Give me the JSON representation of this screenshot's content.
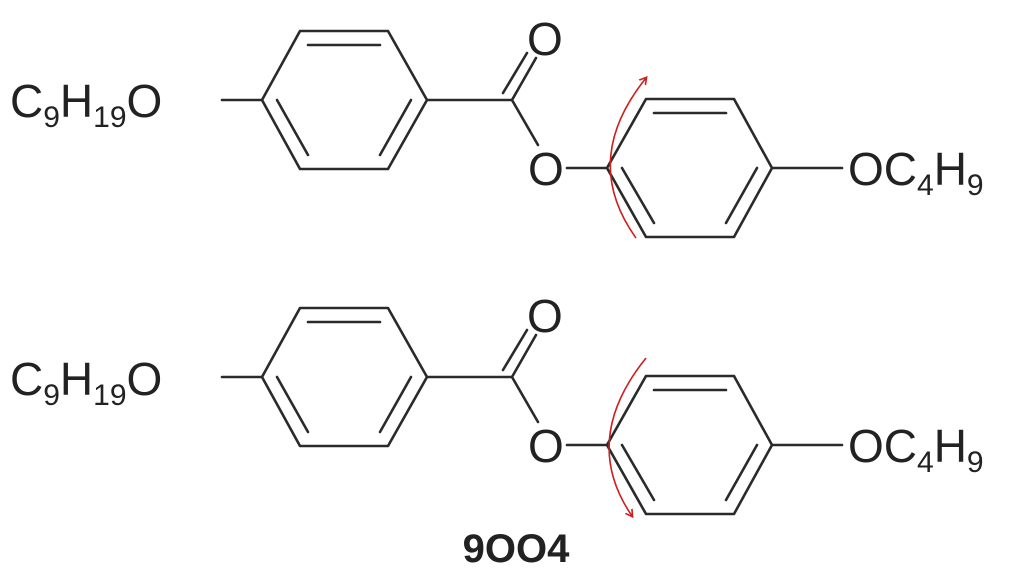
{
  "molecules": [
    {
      "left_group": {
        "main": "C",
        "sub1": "9",
        "mid": "H",
        "sub2": "19",
        "tail": "O"
      },
      "carbonyl_oxygen": "O",
      "ester_oxygen": "O",
      "right_group": {
        "main": "OC",
        "sub1": "4",
        "mid": "H",
        "sub2": "9"
      },
      "rotation_arrow": {
        "direction": "counterclockwise",
        "color": "#cc1f1f"
      }
    },
    {
      "left_group": {
        "main": "C",
        "sub1": "9",
        "mid": "H",
        "sub2": "19",
        "tail": "O"
      },
      "carbonyl_oxygen": "O",
      "ester_oxygen": "O",
      "right_group": {
        "main": "OC",
        "sub1": "4",
        "mid": "H",
        "sub2": "9"
      },
      "rotation_arrow": {
        "direction": "clockwise",
        "color": "#cc1f1f"
      }
    }
  ],
  "caption": "9OO4"
}
